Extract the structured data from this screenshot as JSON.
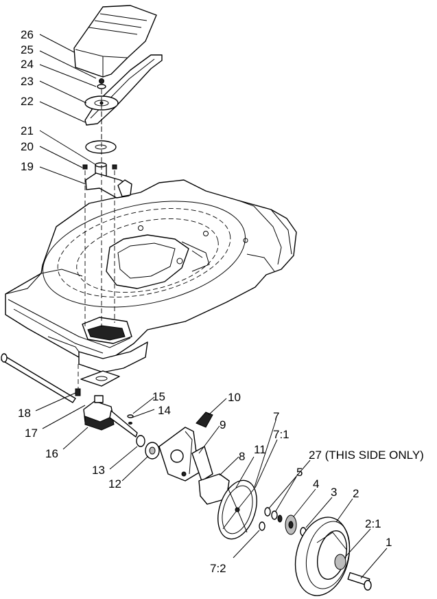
{
  "diagram": {
    "labels": {
      "l1": "1",
      "l2": "2",
      "l2_1": "2:1",
      "l3": "3",
      "l4": "4",
      "l5": "5",
      "l7": "7",
      "l7_1": "7:1",
      "l7_2": "7:2",
      "l8": "8",
      "l9": "9",
      "l10": "10",
      "l11": "11",
      "l12": "12",
      "l13": "13",
      "l14": "14",
      "l15": "15",
      "l16": "16",
      "l17": "17",
      "l18": "18",
      "l19": "19",
      "l20": "20",
      "l21": "21",
      "l22": "22",
      "l23": "23",
      "l24": "24",
      "l25": "25",
      "l26": "26",
      "l27": "27 (THIS SIDE ONLY)"
    }
  }
}
